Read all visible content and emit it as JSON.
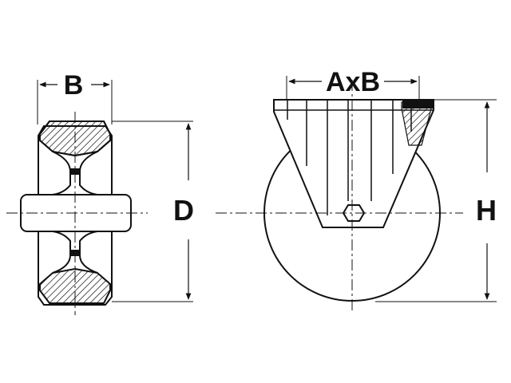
{
  "labels": {
    "width": "B",
    "plate": "AxB",
    "diameter": "D",
    "height": "H"
  },
  "colors": {
    "line": "#111111",
    "background": "#ffffff"
  }
}
